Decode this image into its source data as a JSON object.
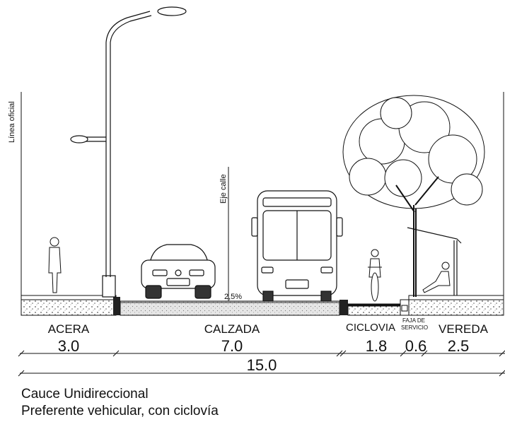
{
  "labels": {
    "linea_oficial": "Línea oficial",
    "eje_calle": "Eje calle",
    "slope": "2,5%"
  },
  "sections": [
    {
      "name": "ACERA",
      "width": "3.0"
    },
    {
      "name": "CALZADA",
      "width": "7.0"
    },
    {
      "name": "CICLOVIA",
      "width": "1.8"
    },
    {
      "name_line1": "FAJA DE",
      "name_line2": "SERVICIO",
      "width": "0.6"
    },
    {
      "name": "VEREDA",
      "width": "2.5"
    }
  ],
  "total_width": "15.0",
  "caption": {
    "line1": "Cauce Unidireccional",
    "line2": "Preferente vehicular, con ciclovía"
  }
}
